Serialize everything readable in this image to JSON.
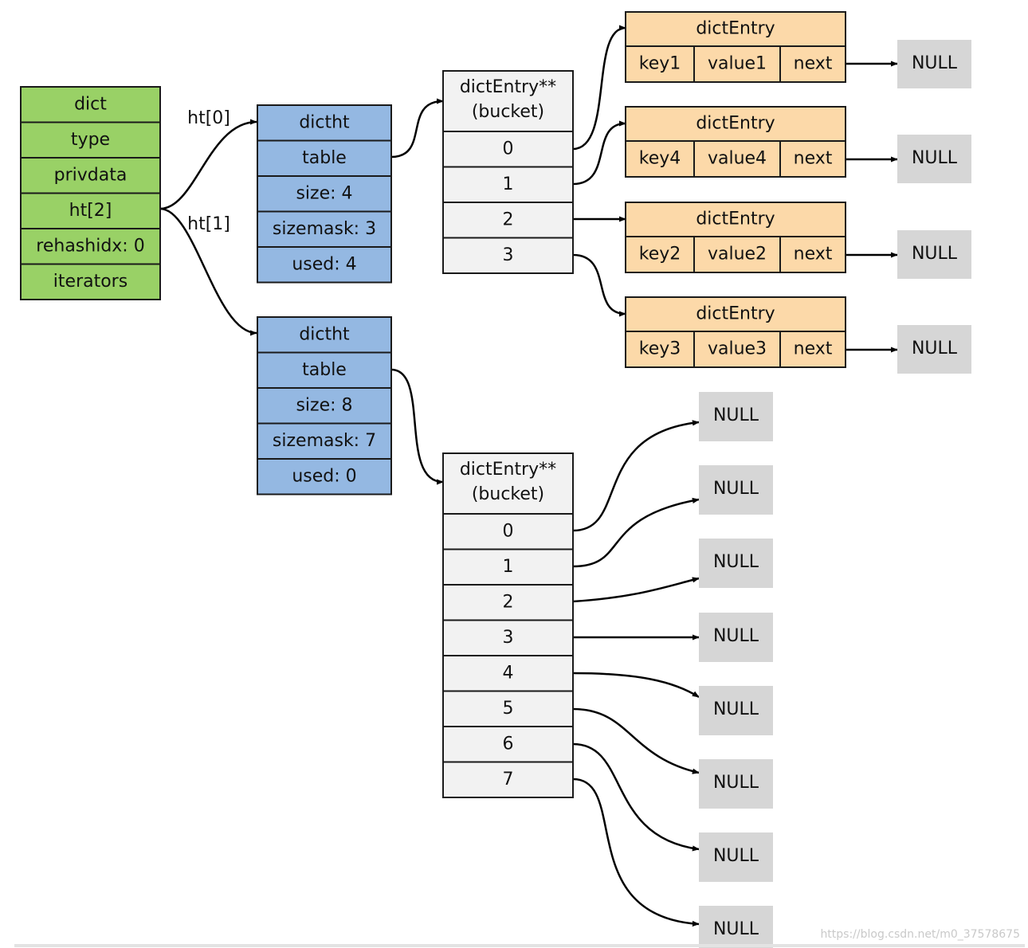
{
  "colors": {
    "dict_fill": "#99d166",
    "dictht_fill": "#94b8e2",
    "bucket_fill": "#f2f2f2",
    "entry_fill": "#fcd9a9",
    "null_fill": "#d6d6d6",
    "stroke": "#1a1a1a"
  },
  "dict": {
    "fields": [
      "dict",
      "type",
      "privdata",
      "ht[2]",
      "rehashidx: 0",
      "iterators"
    ]
  },
  "edge_labels": {
    "ht0": "ht[0]",
    "ht1": "ht[1]"
  },
  "dictht0": {
    "fields": [
      "dictht",
      "table",
      "size: 4",
      "sizemask: 3",
      "used: 4"
    ]
  },
  "dictht1": {
    "fields": [
      "dictht",
      "table",
      "size: 8",
      "sizemask: 7",
      "used: 0"
    ]
  },
  "bucket0": {
    "header": [
      "dictEntry**",
      "(bucket)"
    ],
    "indices": [
      "0",
      "1",
      "2",
      "3"
    ]
  },
  "bucket1": {
    "header": [
      "dictEntry**",
      "(bucket)"
    ],
    "indices": [
      "0",
      "1",
      "2",
      "3",
      "4",
      "5",
      "6",
      "7"
    ]
  },
  "entries": [
    {
      "title": "dictEntry",
      "key": "key1",
      "value": "value1",
      "next": "next"
    },
    {
      "title": "dictEntry",
      "key": "key4",
      "value": "value4",
      "next": "next"
    },
    {
      "title": "dictEntry",
      "key": "key2",
      "value": "value2",
      "next": "next"
    },
    {
      "title": "dictEntry",
      "key": "key3",
      "value": "value3",
      "next": "next"
    }
  ],
  "null_label": "NULL",
  "watermark": "https://blog.csdn.net/m0_37578675"
}
